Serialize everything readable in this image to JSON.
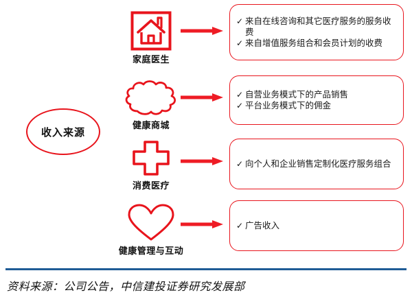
{
  "diagram": {
    "source_node": {
      "label": "收入来源"
    },
    "branches": [
      {
        "icon": "house-icon",
        "caption": "家庭医生",
        "arrow": "right-arrow-icon",
        "bullets": [
          "来自在线咨询和其它医疗服务的服务收费",
          "来自增值服务组合和会员计划的收费"
        ]
      },
      {
        "icon": "cloud-icon",
        "caption": "健康商城",
        "arrow": "right-arrow-icon",
        "bullets": [
          "自营业务模式下的产品销售",
          "平台业务模式下的佣金"
        ]
      },
      {
        "icon": "medical-cross-icon",
        "caption": "消费医疗",
        "arrow": "right-arrow-icon",
        "bullets": [
          "向个人和企业销售定制化医疗服务组合"
        ]
      },
      {
        "icon": "heart-icon",
        "caption": "健康管理与互动",
        "arrow": "right-arrow-icon",
        "bullets": [
          "广告收入"
        ]
      }
    ],
    "bullet_marker": "✓"
  },
  "footer": {
    "source_text": "资料来源：公司公告，中信建投证券研究发展部"
  },
  "colors": {
    "accent_red": "#e8141c",
    "divider_blue": "#1f5c96",
    "text_dark": "#111111"
  }
}
